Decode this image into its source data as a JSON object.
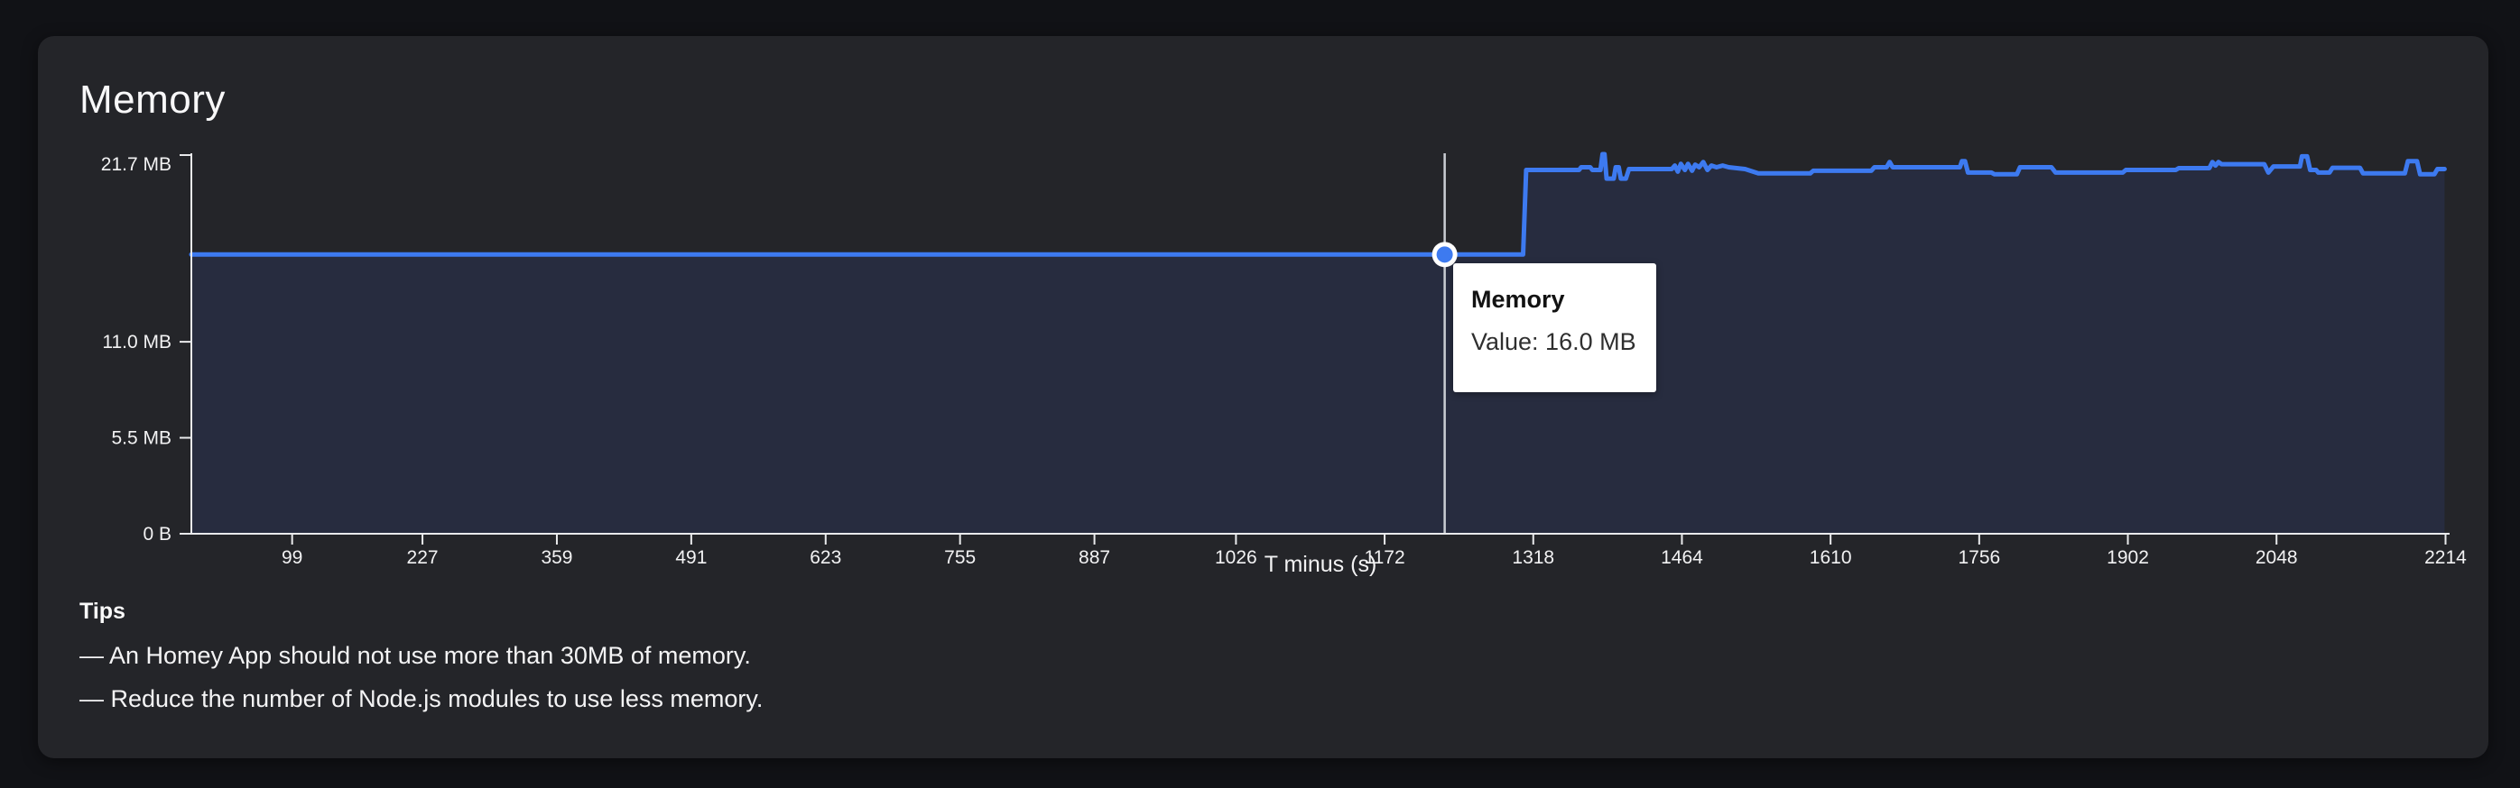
{
  "card": {
    "title": "Memory",
    "tips": {
      "heading": "Tips",
      "items": [
        "— An Homey App should not use more than 30MB of memory.",
        "— Reduce the number of Node.js modules to use less memory."
      ]
    }
  },
  "tooltip": {
    "title": "Memory",
    "value": "Value: 16.0 MB"
  },
  "colors": {
    "page_bg": "#111216",
    "card_bg": "#242529",
    "accent_line": "#3d7af0",
    "area_fill": "#272c3f",
    "axis": "#e9eaec",
    "tick_text": "#f2f2f3",
    "crosshair": "#c9cdd3",
    "tooltip_bg": "#ffffff"
  },
  "chart_data": {
    "type": "area",
    "title": "Memory",
    "xlabel": "T minus (s)",
    "x_range": [
      0,
      2218
    ],
    "y_range": [
      0,
      21.7
    ],
    "grid": false,
    "legend": false,
    "x_ticks": [
      99,
      227,
      359,
      491,
      623,
      755,
      887,
      1026,
      1172,
      1318,
      1464,
      1610,
      1756,
      1902,
      2048,
      2214
    ],
    "y_ticks": [
      {
        "value": 21.7,
        "label": "21.7 MB"
      },
      {
        "value": 11.0,
        "label": "11.0 MB"
      },
      {
        "value": 5.5,
        "label": "5.5 MB"
      },
      {
        "value": 0,
        "label": "0 B"
      }
    ],
    "hover_point": {
      "t": 1231,
      "value_mb": 16.0
    },
    "series": [
      {
        "name": "Memory",
        "color": "#3d7af0",
        "fill": "#272c3f",
        "points": [
          [
            0,
            16.0
          ],
          [
            1308,
            16.0
          ],
          [
            1311,
            20.85
          ],
          [
            1363,
            20.85
          ],
          [
            1365,
            21.0
          ],
          [
            1374,
            21.0
          ],
          [
            1376,
            20.85
          ],
          [
            1384,
            20.85
          ],
          [
            1386,
            21.75
          ],
          [
            1388,
            21.75
          ],
          [
            1390,
            20.35
          ],
          [
            1397,
            20.35
          ],
          [
            1399,
            21.0
          ],
          [
            1402,
            21.0
          ],
          [
            1404,
            20.35
          ],
          [
            1409,
            20.35
          ],
          [
            1412,
            20.9
          ],
          [
            1454,
            20.9
          ],
          [
            1457,
            21.1
          ],
          [
            1460,
            20.75
          ],
          [
            1463,
            21.2
          ],
          [
            1467,
            20.85
          ],
          [
            1470,
            21.2
          ],
          [
            1474,
            20.8
          ],
          [
            1477,
            21.15
          ],
          [
            1481,
            21.0
          ],
          [
            1485,
            21.3
          ],
          [
            1489,
            20.85
          ],
          [
            1493,
            21.1
          ],
          [
            1498,
            21.0
          ],
          [
            1504,
            21.1
          ],
          [
            1510,
            21.0
          ],
          [
            1526,
            20.9
          ],
          [
            1539,
            20.65
          ],
          [
            1590,
            20.65
          ],
          [
            1593,
            20.8
          ],
          [
            1650,
            20.8
          ],
          [
            1653,
            21.0
          ],
          [
            1665,
            21.0
          ],
          [
            1668,
            21.3
          ],
          [
            1671,
            21.0
          ],
          [
            1737,
            21.0
          ],
          [
            1739,
            21.35
          ],
          [
            1742,
            21.35
          ],
          [
            1745,
            20.7
          ],
          [
            1768,
            20.7
          ],
          [
            1771,
            20.6
          ],
          [
            1793,
            20.6
          ],
          [
            1796,
            21.0
          ],
          [
            1827,
            21.0
          ],
          [
            1831,
            20.7
          ],
          [
            1897,
            20.7
          ],
          [
            1900,
            20.85
          ],
          [
            1949,
            20.85
          ],
          [
            1952,
            20.95
          ],
          [
            1982,
            20.95
          ],
          [
            1985,
            21.3
          ],
          [
            1988,
            21.1
          ],
          [
            1991,
            21.3
          ],
          [
            1994,
            21.18
          ],
          [
            2036,
            21.18
          ],
          [
            2040,
            20.7
          ],
          [
            2045,
            21.05
          ],
          [
            2071,
            21.05
          ],
          [
            2073,
            21.63
          ],
          [
            2078,
            21.63
          ],
          [
            2081,
            20.85
          ],
          [
            2087,
            20.85
          ],
          [
            2089,
            20.7
          ],
          [
            2100,
            20.7
          ],
          [
            2103,
            20.97
          ],
          [
            2130,
            20.97
          ],
          [
            2133,
            20.65
          ],
          [
            2174,
            20.65
          ],
          [
            2177,
            21.35
          ],
          [
            2186,
            21.35
          ],
          [
            2189,
            20.6
          ],
          [
            2203,
            20.6
          ],
          [
            2206,
            20.9
          ],
          [
            2213,
            20.9
          ]
        ]
      }
    ]
  }
}
